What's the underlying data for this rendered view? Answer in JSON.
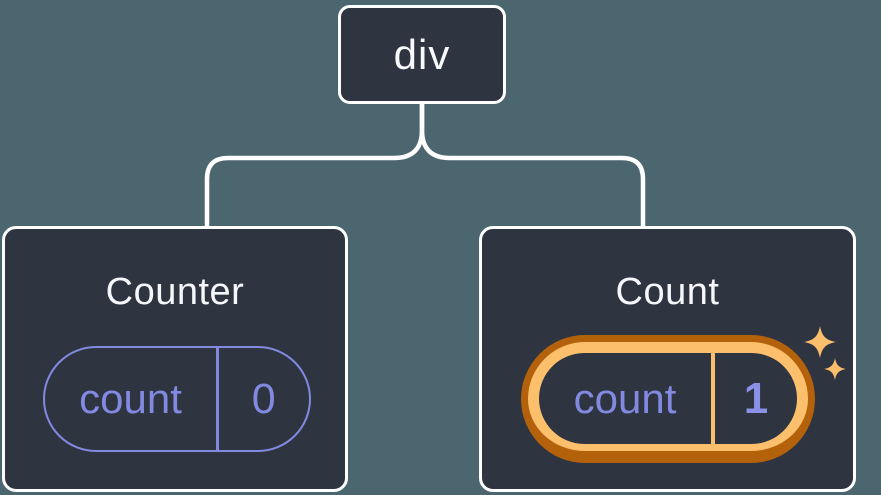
{
  "diagram": {
    "description": "component tree with state pills",
    "root": {
      "label": "div"
    },
    "children": [
      {
        "title": "Counter",
        "state": {
          "key": "count",
          "value": "0"
        },
        "highlighted": false
      },
      {
        "title": "Count",
        "state": {
          "key": "count",
          "value": "1"
        },
        "highlighted": true
      }
    ]
  },
  "icons": {
    "sparkles": "sparkles-icon (two four-point stars)"
  },
  "colors": {
    "page_background": "#4c6670",
    "node_background": "#2e3440",
    "node_border": "#ffffff",
    "connector": "#ffffff",
    "state_accent_purple": "#8289e0",
    "state_value_purple_bold": "#8a90e8",
    "highlight_orange_light": "#fcc06c",
    "highlight_orange_dark": "#b4610b",
    "sparkle_orange": "#fbbe6c",
    "title_text": "#f5f7fa"
  }
}
